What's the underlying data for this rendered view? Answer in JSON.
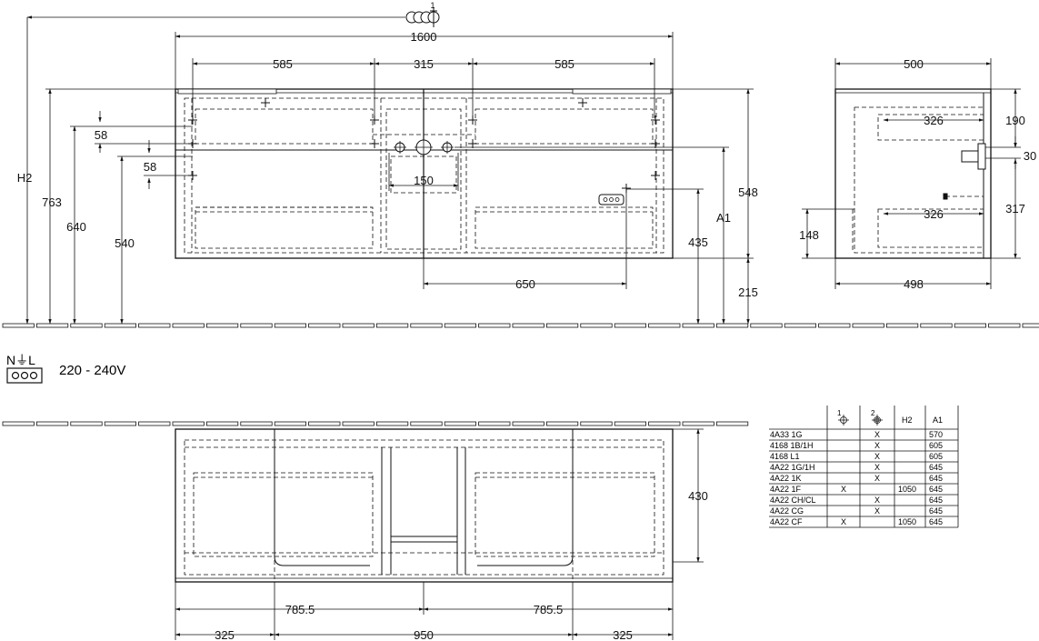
{
  "dims": {
    "width_total": "1600",
    "w_left": "585",
    "w_mid": "315",
    "w_right": "585",
    "h2": "H2",
    "h763": "763",
    "h640": "640",
    "h540": "540",
    "d58a": "58",
    "d58b": "58",
    "d150": "150",
    "d650": "650",
    "h435": "435",
    "a1": "A1",
    "h548": "548",
    "h215": "215",
    "side_500": "500",
    "side_326a": "326",
    "side_190": "190",
    "side_30": "30",
    "side_326b": "326",
    "side_317": "317",
    "side_148": "148",
    "side_498": "498",
    "plan_430": "430",
    "plan_785a": "785.5",
    "plan_785b": "785.5",
    "plan_325a": "325",
    "plan_950": "950",
    "plan_325b": "325",
    "marker_1": "1"
  },
  "electrical": {
    "symbol": "N⏚L",
    "voltage": "220 - 240V"
  },
  "table": {
    "headers": [
      "",
      "1",
      "2",
      "H2",
      "A1"
    ],
    "rows": [
      [
        "4A33 1G",
        "",
        "X",
        "",
        "570"
      ],
      [
        "4168 1B/1H",
        "",
        "X",
        "",
        "605"
      ],
      [
        "4168 L1",
        "",
        "X",
        "",
        "605"
      ],
      [
        "4A22 1G/1H",
        "",
        "X",
        "",
        "645"
      ],
      [
        "4A22 1K",
        "",
        "X",
        "",
        "645"
      ],
      [
        "4A22 1F",
        "X",
        "",
        "1050",
        "645"
      ],
      [
        "4A22 CH/CL",
        "",
        "X",
        "",
        "645"
      ],
      [
        "4A22 CG",
        "",
        "X",
        "",
        "645"
      ],
      [
        "4A22 CF",
        "X",
        "",
        "1050",
        "645"
      ]
    ]
  }
}
